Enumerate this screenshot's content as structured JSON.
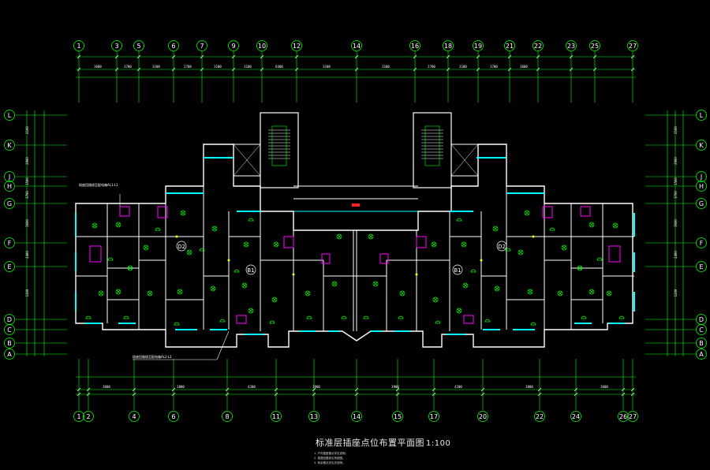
{
  "drawing": {
    "title": "标准层插座点位布置平面图",
    "scale": "1:100",
    "notes": [
      "1. 户内插座做法详见说明。",
      "2. 插座回路参见系统图。",
      "3. 其余做法详见总说明。"
    ]
  },
  "top_axes": [
    "1",
    "3",
    "5",
    "6",
    "7",
    "9",
    "10",
    "12",
    "14",
    "16",
    "18",
    "19",
    "21",
    "22",
    "23",
    "25",
    "27"
  ],
  "bottom_axes": [
    "1",
    "2",
    "4",
    "6",
    "8",
    "11",
    "13",
    "14",
    "15",
    "17",
    "20",
    "22",
    "24",
    "26",
    "27"
  ],
  "side_axes": [
    "L",
    "K",
    "J",
    "H",
    "G",
    "F",
    "E",
    "D",
    "C",
    "B",
    "A"
  ],
  "top_dims": [
    "3600",
    "3700",
    "3100",
    "2700",
    "3100",
    "3100",
    "6400",
    "3100",
    "3100",
    "2700",
    "3100",
    "3700",
    "3600"
  ],
  "bottom_dims": [
    "3600",
    "3800",
    "4200",
    "3900",
    "3900",
    "4200",
    "3800",
    "3600"
  ],
  "left_dims": [
    "2100",
    "2900",
    "1500",
    "3700",
    "3600",
    "2400",
    "1200"
  ],
  "room_labels": [
    "D2",
    "B1",
    "B1",
    "D2"
  ],
  "leaders": [
    "插座回路接至配电箱AL1-L1",
    "插座回路接至配电箱AL2-L1"
  ],
  "colors": {
    "background": "#000000",
    "wall": "#ffffff",
    "grid": "#00ff00",
    "dim": "#00ff00",
    "cyan": "#00ffff",
    "magenta": "#ff00ff",
    "red": "#ff2020",
    "yellow": "#ffff00",
    "text": "#ffffff"
  }
}
